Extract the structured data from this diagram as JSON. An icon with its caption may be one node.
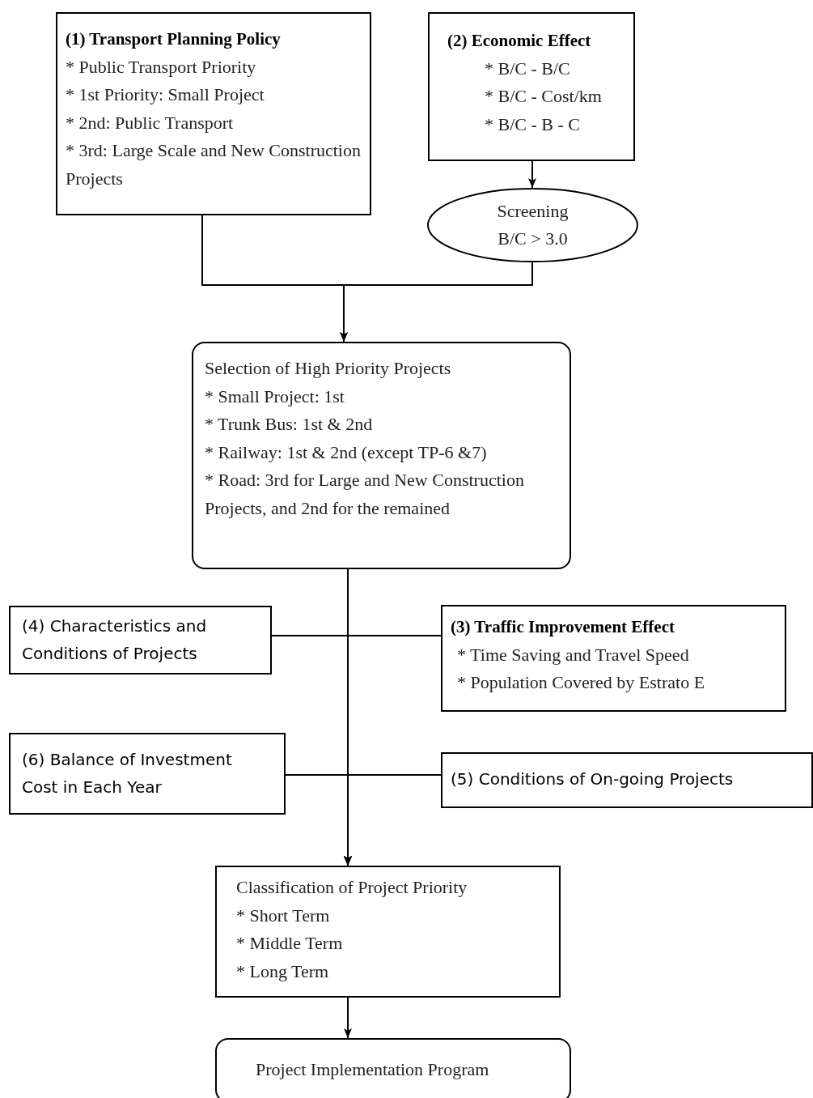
{
  "diagram": {
    "nodes": [
      {
        "text": [
          "(1) Transport Planning Policy",
          "* Public Transport Priority",
          "* 1st Priority: Small Project",
          "* 2nd: Public Transport",
          "* 3rd: Large Scale and New Construction Projects"
        ]
      },
      {
        "text": [
          "(2) Economic Effect",
          "* B/C - B/C",
          "* B/C - Cost/km",
          "* B/C - B - C"
        ]
      },
      {
        "text": [
          "Screening",
          "B/C > 3.0"
        ]
      },
      {
        "text": [
          "Selection of High Priority Projects",
          "* Small Project: 1st",
          "* Trunk Bus: 1st & 2nd",
          "* Railway: 1st & 2nd (except TP-6 &7)",
          "* Road: 3rd for Large and New Construction Projects, and 2nd for the remained"
        ]
      },
      {
        "text": [
          "(4) Characteristics and Conditions of Projects"
        ]
      },
      {
        "text": [
          "(3) Traffic Improvement Effect",
          "* Time Saving and Travel Speed",
          "* Population Covered by Estrato E"
        ]
      },
      {
        "text": [
          "(6) Balance of Investment Cost in Each Year"
        ]
      },
      {
        "text": [
          "(5) Conditions of On-going Projects"
        ]
      },
      {
        "text": [
          "Classification of Project Priority",
          "* Short Term",
          "* Middle Term",
          "* Long Term"
        ]
      },
      {
        "text": [
          "Project Implementation Program"
        ]
      }
    ],
    "edges": [
      {
        "from": 0,
        "to": 3,
        "arrow": "to"
      },
      {
        "from": 2,
        "to": 3,
        "arrow": "to"
      },
      {
        "from": 1,
        "to": 2,
        "arrow": "to"
      },
      {
        "from": 3,
        "to": 8,
        "arrow": "to"
      },
      {
        "from": 4,
        "to": 8,
        "arrow": "to"
      },
      {
        "from": 5,
        "to": 8,
        "arrow": "to"
      },
      {
        "from": 6,
        "to": 8,
        "arrow": "to"
      },
      {
        "from": 7,
        "to": 8,
        "arrow": "to"
      },
      {
        "from": 8,
        "to": 9,
        "arrow": "to"
      }
    ]
  }
}
